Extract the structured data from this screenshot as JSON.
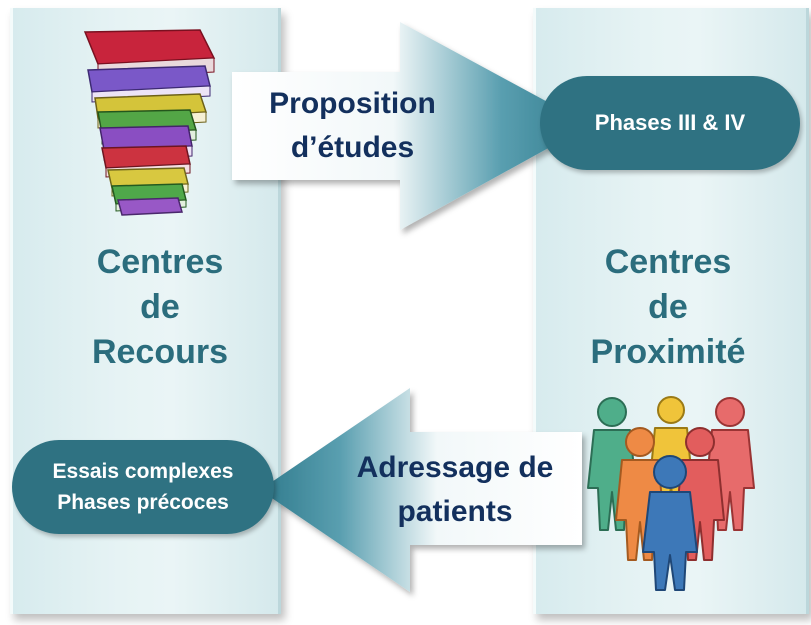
{
  "left_center": {
    "lines": [
      "Centres",
      "de",
      "Recours"
    ]
  },
  "right_center": {
    "lines": [
      "Centres",
      "de",
      "Proximité"
    ]
  },
  "top_arrow": {
    "lines": [
      "Proposition",
      "d’études"
    ]
  },
  "bottom_arrow": {
    "lines": [
      "Adressage de",
      "patients"
    ]
  },
  "right_pill": {
    "text": "Phases III & IV"
  },
  "left_pill": {
    "lines": [
      "Essais complexes",
      "Phases précoces"
    ]
  },
  "colors": {
    "teal": "#2f7282",
    "title_teal": "#2b6d7d",
    "navy_text": "#13305d",
    "panel": "#e3f1f3"
  },
  "icons": [
    "binders-stack-icon",
    "people-group-icon"
  ]
}
